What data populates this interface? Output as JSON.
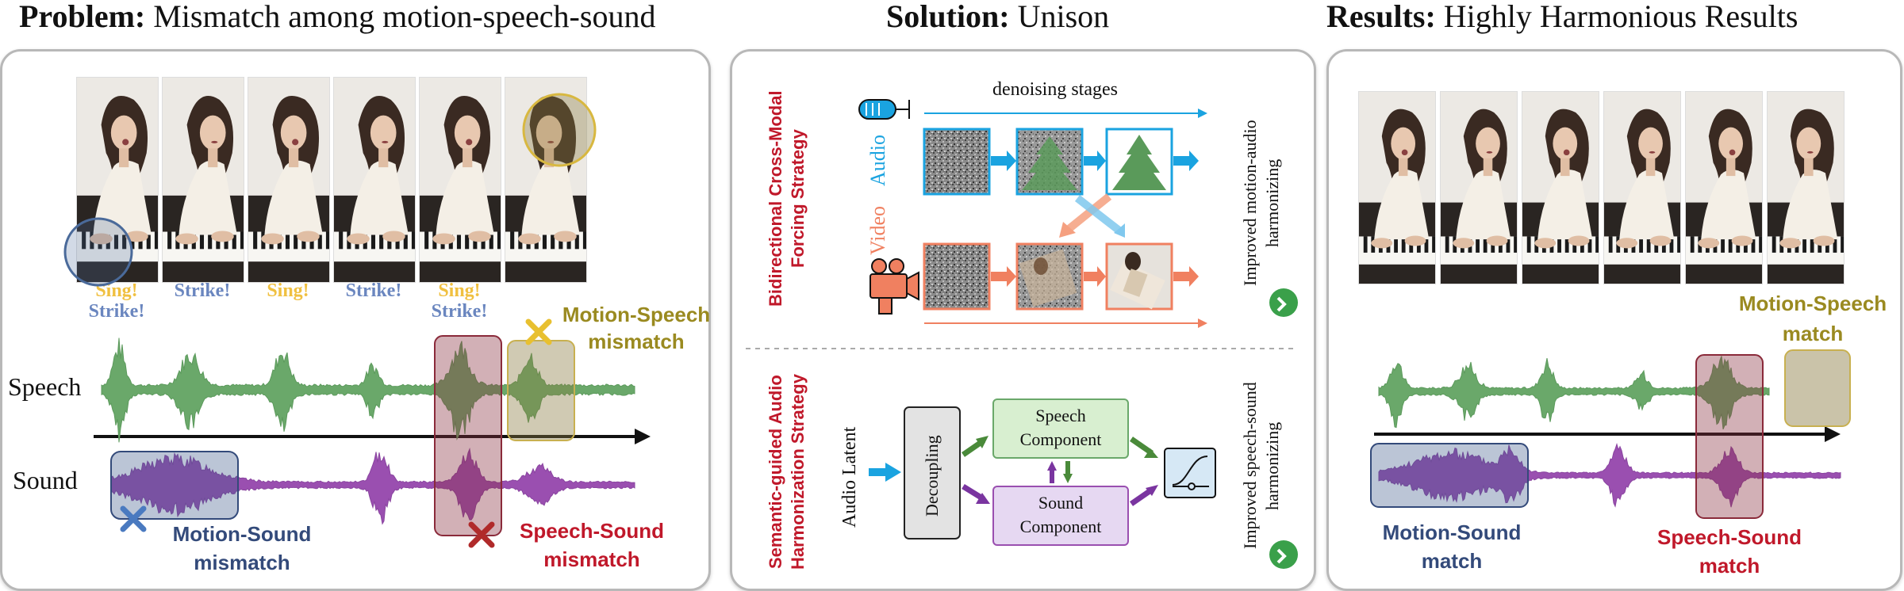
{
  "titles": {
    "problem_bold": "Problem:",
    "problem_rest": " Mismatch among motion-speech-sound",
    "solution_bold": "Solution:",
    "solution_rest": " Unison",
    "results_bold": "Results:",
    "results_rest": " Highly Harmonious Results"
  },
  "problem": {
    "frame_labels": [
      {
        "top": "Sing!",
        "bottom": "Strike!"
      },
      {
        "top": "Strike!",
        "bottom": ""
      },
      {
        "top": "Sing!",
        "bottom": ""
      },
      {
        "top": "Strike!",
        "bottom": ""
      },
      {
        "top": "Sing!",
        "bottom": "Strike!"
      },
      {
        "top": "",
        "bottom": ""
      }
    ],
    "speech_label": "Speech",
    "sound_label": "Sound",
    "motion_speech": "Motion-Speech\nmismatch",
    "motion_sound": "Motion-Sound\nmismatch",
    "speech_sound": "Speech-Sound\nmismatch"
  },
  "solution": {
    "strategy1": "Bidirectional Cross-Modal\nForcing Strategy",
    "strategy2": "Semantic-guided Audio\nHarmonization Strategy",
    "denoising": "denoising stages",
    "audio": "Audio",
    "video": "Video",
    "improved1": "Improved motion-audio\nharmonizing",
    "audio_latent": "Audio Latent",
    "decoupling": "Decoupling",
    "speech_component": "Speech\nComponent",
    "sound_component": "Sound\nComponent",
    "improved2": "Improved speech-sound\nharmonizing"
  },
  "results": {
    "motion_speech": "Motion-Speech\nmatch",
    "motion_sound": "Motion-Sound\nmatch",
    "speech_sound": "Speech-Sound\nmatch"
  },
  "colors": {
    "sing": "#f0c040",
    "strike": "#6a86bf",
    "speech_wave": "#6aa86a",
    "sound_wave": "#9a4fb0",
    "olive": "#9a8a20",
    "navy": "#334a7a",
    "crimson": "#c0182a",
    "audio_blue": "#1aa3e0",
    "video_salmon": "#f08060"
  },
  "icons": [
    "microphone-icon",
    "camera-icon",
    "check-icon",
    "cross-icon",
    "mixer-icon"
  ]
}
